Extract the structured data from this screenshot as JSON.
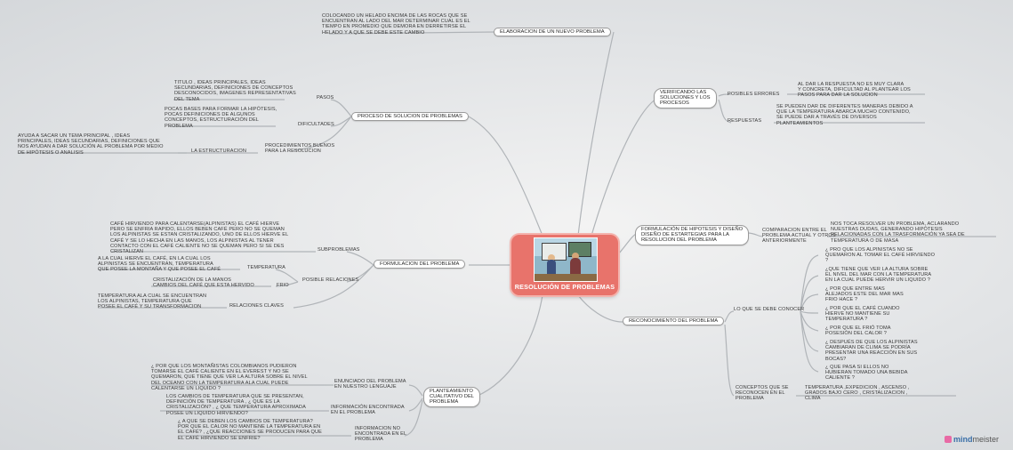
{
  "center": {
    "title": "RESOLUCIÓN DE PROBLEMAS"
  },
  "branches": {
    "elaboracion": {
      "label": "ELABORACION DE UN NUEVO PROBLEMA",
      "detail": "COLOCANDO UN HELADO ENCIMA DE LAS ROCAS QUE SE\nENCUENTRAN AL LADO DEL MAR DETERMINAR CUAL ES EL\nTIEMPO EN PROMEDIO QUE DEMORA EN DERRETIRSE EL\nHELADO Y A QUE SE DEBE ESTE CAMBIO"
    },
    "proceso": {
      "label": "PROCESO DE SOLUCION DE PROBLEMAS",
      "pasos": "PASOS",
      "pasos_detail": "TITULO , IDEAS PRINCIPALES, IDEAS\nSECUNDARIAS, DEFINICIONES DE CONCEPTOS\nDESCONOCIDOS, IMAGENES REPRESENTATIVAS\nDEL TEMA",
      "dificultades": "DIFICULTADES",
      "dificultades_detail": "POCAS BASES PARA FORMAR LA HIPÓTESIS,\nPOCAS DEFINICIONES DE ALGUNOS\nCONCEPTOS, ESTRUCTURACIÓN DEL\nPROBLEMA",
      "procedimientos": "PROCEDIMIENTOS BUENOS\nPARA LA RESOLUCION",
      "estructuracion": "LA ESTRUCTURACION",
      "estructuracion_detail": "AYUDA A SACAR UN TEMA PRINCIPAL , IDEAS\nPRINCIPALES, IDEAS SECUNDARIAS, DEFINICIONES QUE\nNOS AYUDAN A DAR SOLUCIÓN AL PROBLEMA POR MEDIO\nDE HIPÓTESIS O ANALISIS"
    },
    "verificando": {
      "label": "VERIFICANDO LAS\nSOLUCIONES Y LOS\nPROCESOS",
      "errores": "POSIBLES ERRORES",
      "errores_detail": "AL DAR LA RESPUESTA NO ES MUY CLARA\nY CONCRETA, DIFICULTAD AL PLANTEAR LOS\nPASOS PARA DAR LA SOLUCION",
      "respuestas": "RESPUESTAS",
      "respuestas_detail": "SE PUEDEN DAR DE DIFERENTES MANERAS DEBIDO A\nQUE LA TEMPERATURA ABARCA MUCHO CONTENIDO,\nSE PUEDE DAR A TRAVÉS DE DIVERSOS\nPLANTEAMIENTOS"
    },
    "formulacion_hipotesis": {
      "label": "FORMULACIÓN DE HIPOTESIS Y DISEÑO\nDISEÑO DE ESTARTEGIAS PARA LA\nRESOLUCION DEL PROBLEMA",
      "comparacion": "COMPARACION ENTRE EL\nPROBLEMA ACTUAL Y OTROS\nANTERIORMENTE",
      "comparacion_detail": "NOS TOCA RESOLVER UN PROBLEMA, ACLARANDO\nNUESTRAS DUDAS, GENERANDO HIPÓTESIS\nRELACIONADAS CON LA TRASFORMACIÓN YA SEA DE\nTEMPERATURA O DE MASA"
    },
    "formulacion_problema": {
      "label": "FORMULACION DEL PROBLEMA",
      "subproblemas": "SUBPROBLEMAS",
      "subproblemas_detail": "CAFÉ HIRVIENDO PARA CALENTARSE(ALPINISTAS) EL CAFÉ HIERVE\nPERO SE ENFRIA RAPIDO, ELLOS BEBEN CAFÉ PERO NO SE QUEMAN\nLOS ALPINISTAS SE ESTAN CRISTALIZANDO, UNO DE ELLOS HIERVE EL\nCAFÉ Y SE LO HECHA EN LAS MANOS, LOS ALPINISTAS AL TENER\nCONTACTO CON EL CAFÉ CALIENTE NO SE QUEMAN PERO SI SE DES\nCRISTALIZAN",
      "posibles": "POSIBLE RELACIONES",
      "temperatura": "TEMPERATURA",
      "temperatura_detail": "A LA CUAL HIERVE EL CAFÉ, EN LA CUAL LOS\nALPINISTAS SE ENCUENTRAN, TEMPERATURA\nQUE POSEE LA MONTAÑA Y QUE POSEE EL CAFÉ",
      "frio": "FRIO",
      "frio_detail": "CRISTALIZACIÓN DE LA MANOS\nCAMBIOS DEL CAFÉ QUE ESTA HERVIDO",
      "claves": "RELACIONES CLAVES",
      "claves_detail": "TEMPERATURA ALA CUAL SE ENCUENTRAN\nLOS ALPINISTAS, TEMPERATURA QUE\nPOSEE EL CAFÉ Y SU TRANSFORMACION"
    },
    "reconocimiento": {
      "label": "RECONOCIMIENTO DEL PROBLEMA",
      "lo_que": "LO QUE SE DEBE CONOCER",
      "questions": [
        "¿ PRO QUE LOS ALPINISTAS NO SE\nQUEMARON AL TOMAR EL CAFÉ HIRVIENDO\n?",
        "¿QUE TIENE QUE VER LA ALTURA SOBRE\nEL NIVEL DEL MAR CON LA TEMPERATURA\nEN LA CUAL PUEDE HERVIR UN LIQUIDO ?",
        "¿ POR QUE ENTRE MAS\nALEJADOS ESTE DEL MAR MAS\nFRIO HACE ?",
        "¿ POR QUE EL CAFÉ CUANDO\nHIERVE NO MANTIENE SU\nTEMPERATURA ?",
        "¿ POR QUE EL FRIÓ TOMA\nPOSESIÓN DEL CALOR ?",
        "¿ DESPUÉS DE QUE LOS ALPINISTAS\nCAMBIARAN DE CLIMA SE PODRÍA\nPRESENTAR UNA REACCIÓN EN SUS\nBOCAS?",
        "¿ QUE PASA SI ELLOS NO\nHUBIERAN TOMADO UNA BEBIDA\nCALIENTE ?"
      ],
      "conceptos": "CONCEPTOS QUE SE\nRECONOCEN EN EL\nPROBLEMA",
      "conceptos_detail": "TEMPERATURA ,EXPEDICION , ASCENSO ,\nGRADOS BAJO CERO , CRISTALIZACION ,\nCLIMA"
    },
    "planteamiento": {
      "label": "PLANTEAMIENTO\nCUALITATIVO DEL\nPROBLEMA",
      "enunciado": "ENUNCIADO DEL PROBLEMA\nEN NUESTRO LENGUAJE",
      "enunciado_detail": "¿ POR QUE LOS MONTAÑISTAS COLOMBIANOS PUDIERON\nTOMARSE EL CAFÉ CALIENTE EN EL EVEREST Y NO SE\nQUEMARON, QUE TIENE QUE VER LA ALTURA SOBRE EL NIVEL\nDEL OCEANO CON LA TEMPERATURA ALA CUAL PUEDE\nCALENTARSE UN LIQUIDO ?",
      "encontrada": "INFORMACIÓN ENCONTRADA\nEN EL PROBLEMA",
      "encontrada_detail": "LOS CAMBIOS DE TEMPERATURA QUE SE PRESENTAN,\nDEFINICIÓN DE TEMPERATURA , ¿ QUE ES LA\nCRISTALIZACIÓN? , ¿ QUE TEMPERATURA APROXIMADA\nPOSEE UN LIQUIDO HIRVIENDO?",
      "no_encontrada": "INFORMACION NO\nENCONTRADA EN EL\nPROBLEMA",
      "no_encontrada_detail": "¿ A QUE SE DEBEN LOS CAMBIOS DE TEMPERATURA?\nPOR QUE EL CALOR NO MANTIENE LA TEMPERATURA EN\nEL CAFÉ? , ¿QUE REACCIONES SE PRODUCEN PARA QUE\nEL CAFÉ HIRVIENDO SE ENFRIE?"
    }
  },
  "logo": {
    "part1": "mind",
    "part2": "meister"
  },
  "colors": {
    "center": "#e8736b",
    "lines": "#aeb2b6"
  }
}
